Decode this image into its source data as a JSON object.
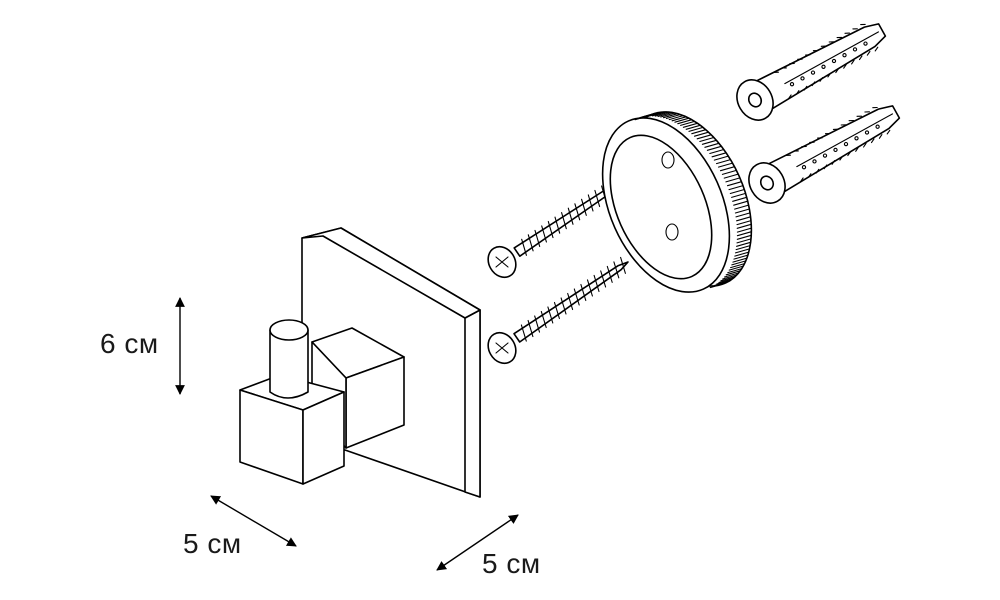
{
  "dimensions": {
    "height": "6 см",
    "depth": "5 см",
    "width": "5 см"
  },
  "parts": {
    "hook": "hook-assembly-icon",
    "base": "round-mounting-base-icon",
    "screws": "screw-icon",
    "dowels": "wall-plug-icon",
    "count_screws": 2,
    "count_dowels": 2
  },
  "colors": {
    "line": "#000000",
    "background": "#ffffff"
  }
}
